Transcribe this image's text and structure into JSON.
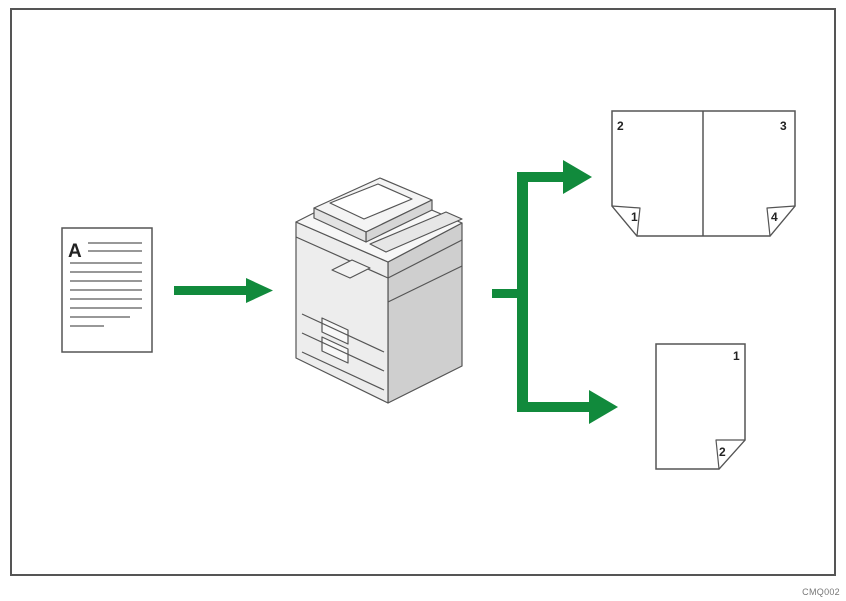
{
  "original": {
    "letter": "A"
  },
  "booklet": {
    "page_numbers": [
      "2",
      "3",
      "1",
      "4"
    ]
  },
  "single_sheet": {
    "page_numbers": [
      "1",
      "2"
    ]
  },
  "figure_code": "CMQ002",
  "colors": {
    "arrow_green": "#118a3c",
    "line_gray": "#555555",
    "machine_light": "#f2f2f2",
    "machine_mid": "#dcdcdc",
    "machine_dark": "#bdbdbd"
  }
}
